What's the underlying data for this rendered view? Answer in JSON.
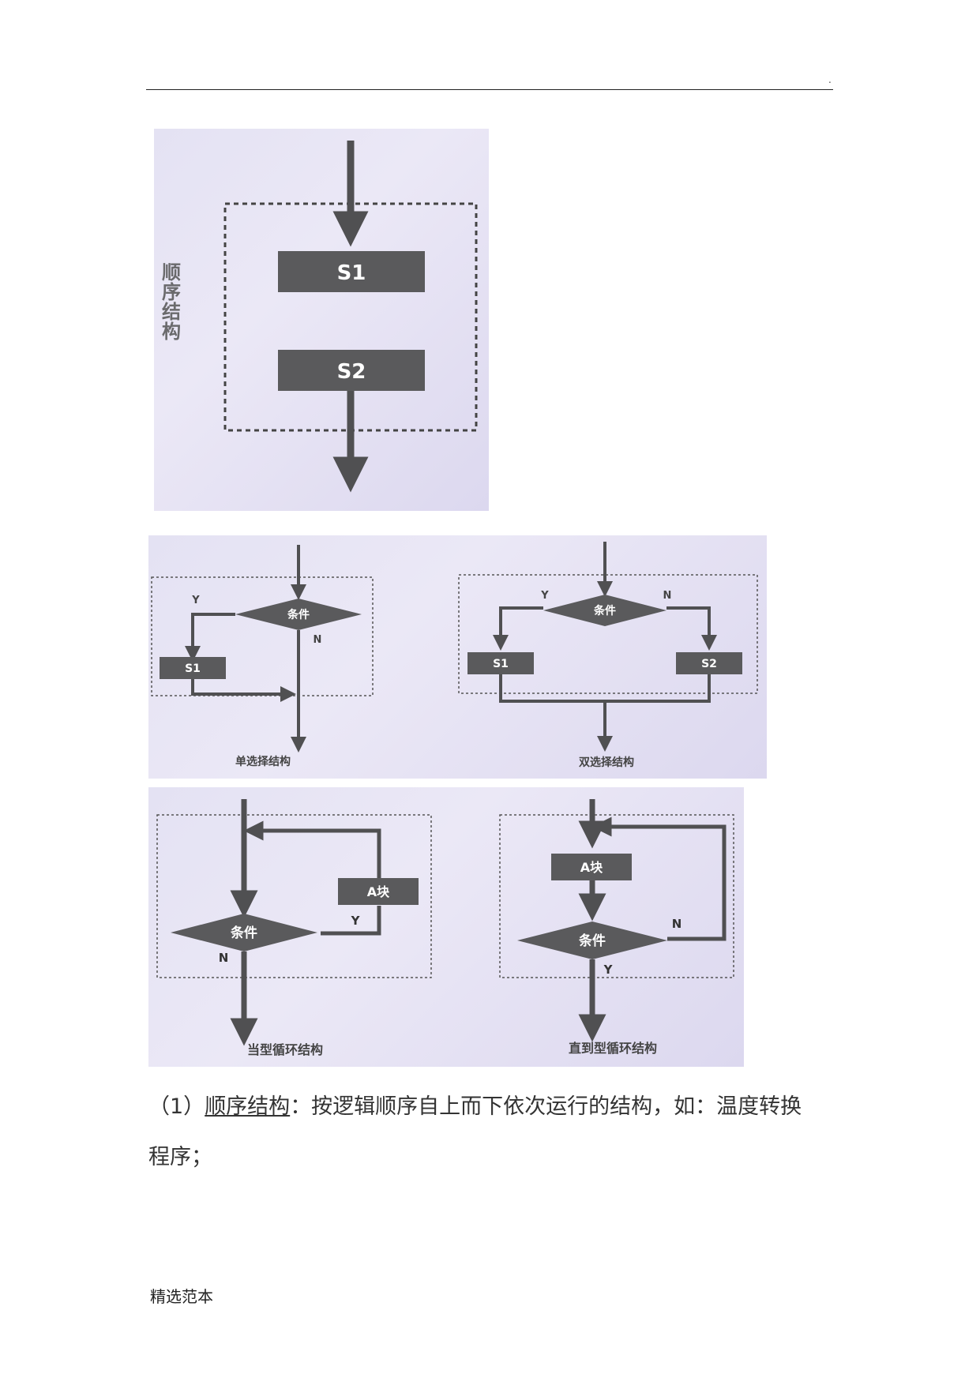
{
  "header": {
    "dot": "."
  },
  "figure_sequential": {
    "side_label": [
      "顺",
      "序",
      "结",
      "构"
    ],
    "box1": "S1",
    "box2": "S2"
  },
  "figure_selection": {
    "single": {
      "condition": "条件",
      "yes": "Y",
      "no": "N",
      "box": "S1",
      "caption": "单选择结构"
    },
    "double": {
      "condition": "条件",
      "yes": "Y",
      "no": "N",
      "box_left": "S1",
      "box_right": "S2",
      "caption": "双选择结构"
    }
  },
  "figure_loop": {
    "while_loop": {
      "block": "A块",
      "condition": "条件",
      "yes": "Y",
      "no": "N",
      "caption": "当型循环结构"
    },
    "until_loop": {
      "block": "A块",
      "condition": "条件",
      "yes": "Y",
      "no": "N",
      "caption": "直到型循环结构"
    }
  },
  "body": {
    "prefix": "（1）",
    "term": "顺序结构",
    "line1_rest": "：按逻辑顺序自上而下依次运行的结构，如：温度转换",
    "line2": "程序；"
  },
  "footer": "精选范本",
  "colors": {
    "box": "#5a5a5c",
    "arrow": "#505052",
    "bg": "#e6e4f4",
    "text": "#333333"
  }
}
